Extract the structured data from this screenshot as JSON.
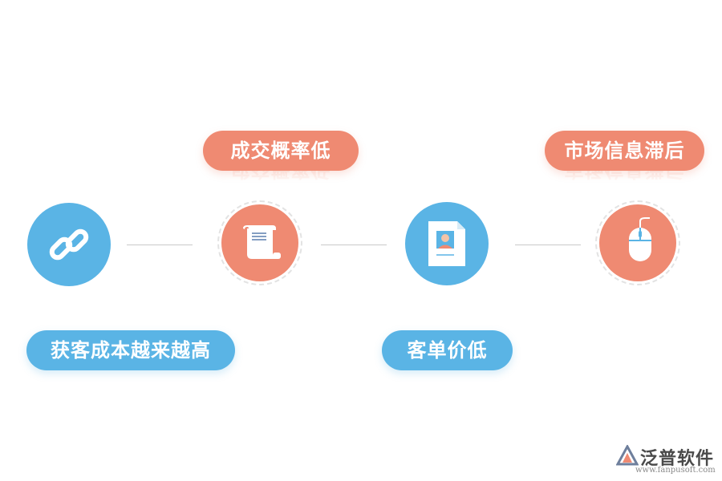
{
  "items": [
    {
      "label": "获客成本越来越高",
      "icon": "chain-link-icon",
      "color": "#5ab4e5"
    },
    {
      "label": "成交概率低",
      "icon": "scroll-document-icon",
      "color": "#ef8a72"
    },
    {
      "label": "客单价低",
      "icon": "profile-card-icon",
      "color": "#5ab4e5"
    },
    {
      "label": "市场信息滞后",
      "icon": "mouse-icon",
      "color": "#ef8a72"
    }
  ],
  "brand": {
    "name": "泛普软件",
    "url": "www.fanpusoft.com"
  }
}
